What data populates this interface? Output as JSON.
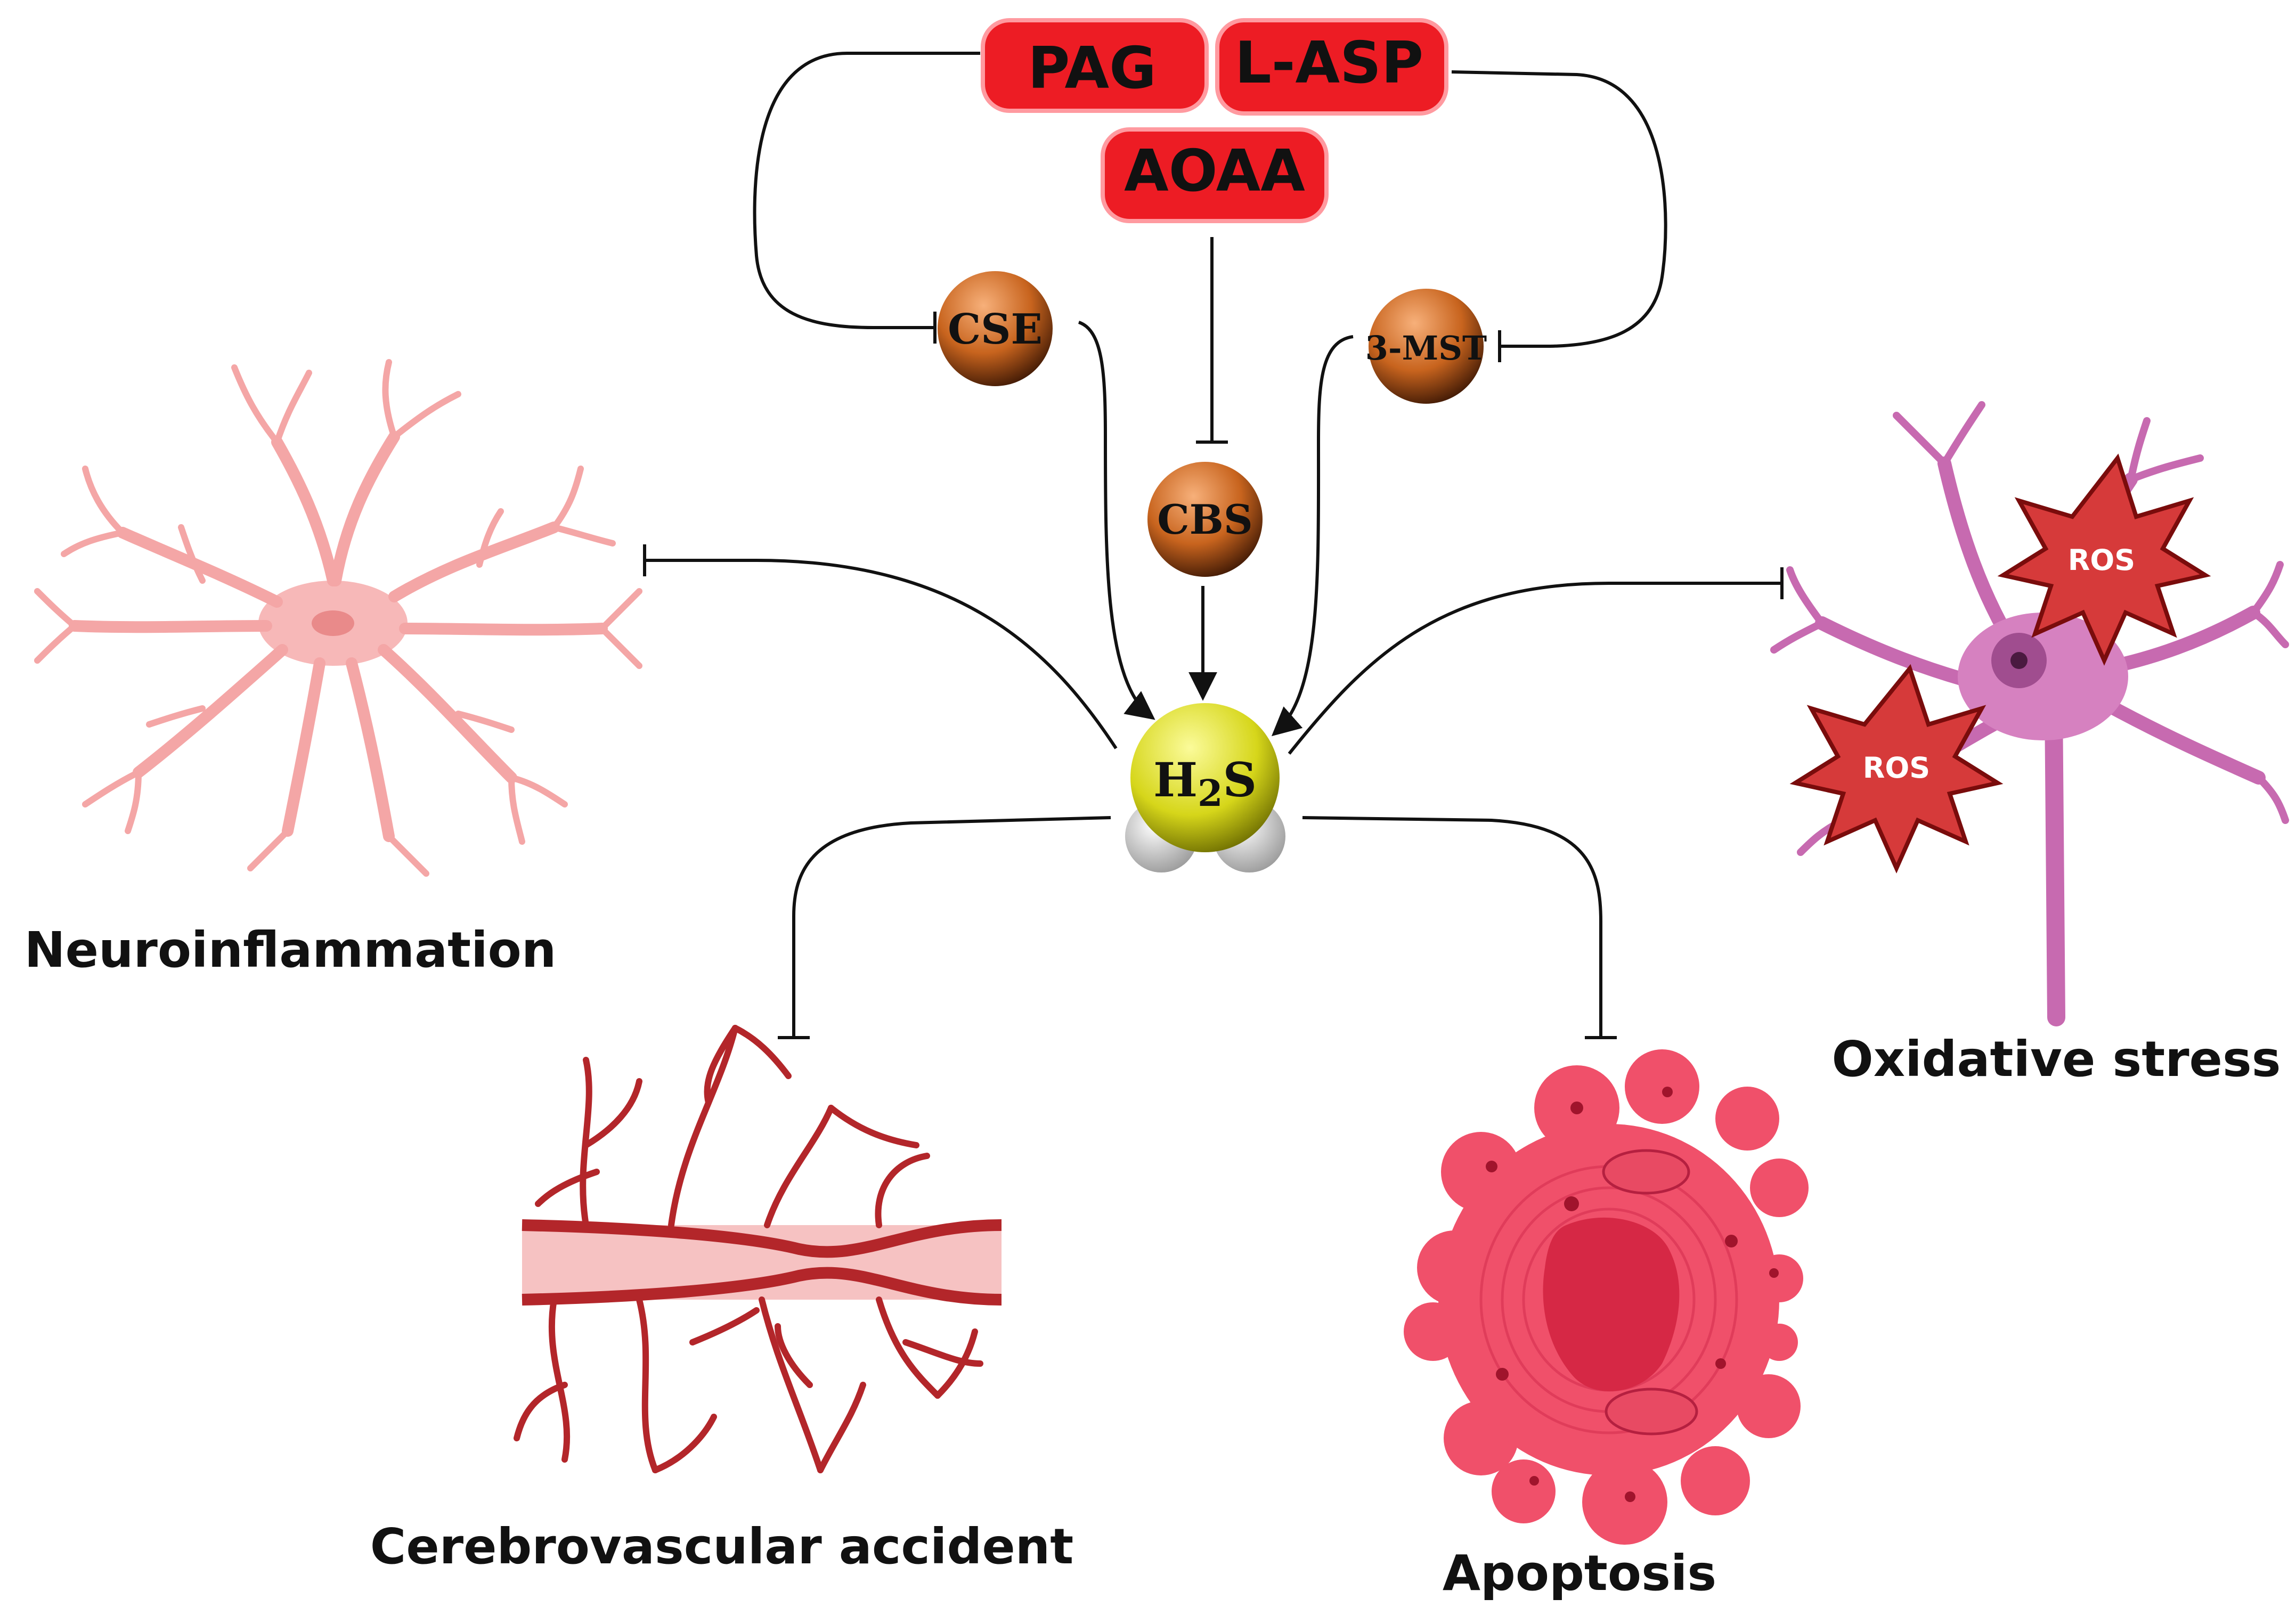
{
  "inhibitors": {
    "pag": "PAG",
    "lasp": "L-ASP",
    "aoaa": "AOAA"
  },
  "enzymes": {
    "cse": "CSE",
    "cbs": "CBS",
    "mst": "3-MST"
  },
  "h2s": {
    "h": "H",
    "sub": "2",
    "s": "S"
  },
  "outcomes": {
    "neuroinflammation": "Neuroinflammation",
    "oxidative_stress": "Oxidative stress",
    "cerebrovascular": "Cerebrovascular accident",
    "apoptosis": "Apoptosis",
    "ros": "ROS"
  },
  "colors": {
    "inhibitor_fill": "#ed1c24",
    "enzyme_fill": "#c8641e",
    "h2s_fill": "#e6e61a",
    "astrocyte": "#f4a6a6",
    "neuron": "#c76ab0",
    "ros": "#d63a3a",
    "vessel": "#b3262a",
    "apoptosis": "#f0506a",
    "line": "#111111"
  }
}
